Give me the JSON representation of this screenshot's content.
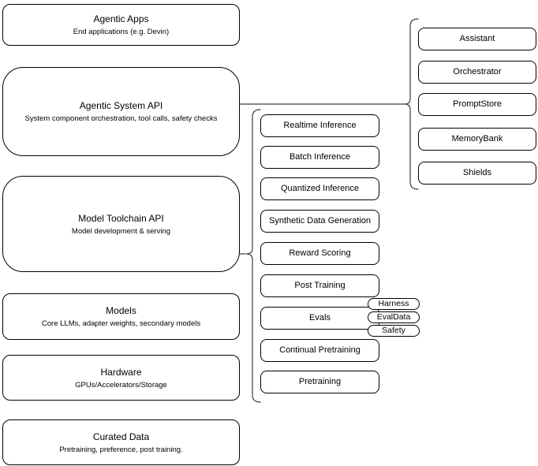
{
  "diagram": {
    "title": "Agentic system stack diagram",
    "colors": {
      "background": "#ffffff",
      "node_border": "#000000",
      "wire": "#3d3d3d",
      "text": "#000000"
    },
    "left_stack": [
      {
        "title": "Agentic Apps",
        "subtitle": "End applications (e.g. Devin)"
      },
      {
        "title": "Agentic System API",
        "subtitle": "System component orchestration, tool calls, safety checks"
      },
      {
        "title": "Model Toolchain API",
        "subtitle": "Model development & serving"
      },
      {
        "title": "Models",
        "subtitle": "Core LLMs, adapter weights, secondary models"
      },
      {
        "title": "Hardware",
        "subtitle": "GPUs/Accelerators/Storage"
      },
      {
        "title": "Curated Data",
        "subtitle": "Pretraining, preference, post training."
      }
    ],
    "toolchain_group": {
      "items": [
        "Realtime Inference",
        "Batch Inference",
        "Quantized Inference",
        "Synthetic Data Generation",
        "Reward Scoring",
        "Post Training",
        "Evals",
        "Continual Pretraining",
        "Pretraining"
      ],
      "evals_tags": [
        "Harness",
        "EvalData",
        "Safety"
      ]
    },
    "system_group": {
      "items": [
        "Assistant",
        "Orchestrator",
        "PromptStore",
        "MemoryBank",
        "Shields"
      ]
    }
  }
}
